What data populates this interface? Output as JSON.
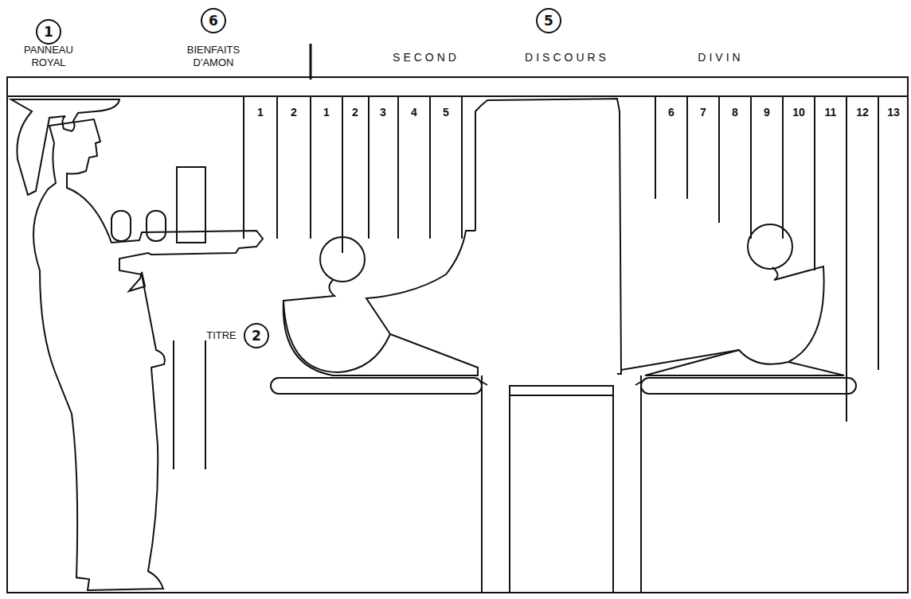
{
  "diagram": {
    "nodes": [
      {
        "text": [
          "1"
        ]
      },
      {
        "text": [
          "6"
        ]
      },
      {
        "text": [
          "5"
        ]
      },
      {
        "text": [
          "2"
        ]
      }
    ],
    "labels": [
      "PANNEAU ROYAL",
      "BIENFAITS D'AMON",
      "SECOND",
      "DISCOURS",
      "DIVIN",
      "TITRE",
      "1",
      "2",
      "1",
      "2",
      "3",
      "4",
      "5",
      "6",
      "7",
      "8",
      "9",
      "10",
      "11",
      "12",
      "13"
    ]
  }
}
